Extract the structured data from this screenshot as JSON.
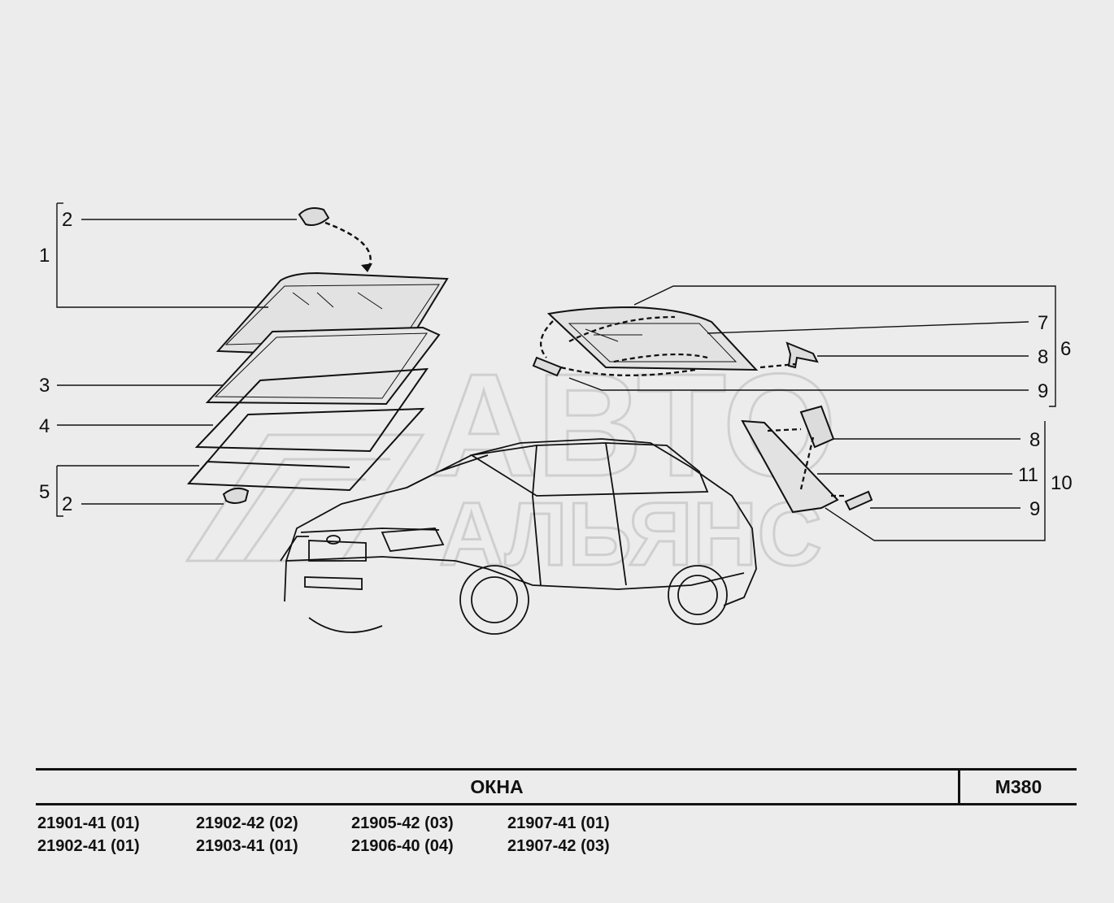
{
  "watermark": {
    "line1": "АВТО",
    "line2": "АЛЬЯНС"
  },
  "callouts": [
    {
      "id": "c1",
      "text": "1"
    },
    {
      "id": "c2a",
      "text": "2"
    },
    {
      "id": "c3",
      "text": "3"
    },
    {
      "id": "c4",
      "text": "4"
    },
    {
      "id": "c5",
      "text": "5"
    },
    {
      "id": "c2b",
      "text": "2"
    },
    {
      "id": "c7",
      "text": "7"
    },
    {
      "id": "c8a",
      "text": "8"
    },
    {
      "id": "c6",
      "text": "6"
    },
    {
      "id": "c9a",
      "text": "9"
    },
    {
      "id": "c8b",
      "text": "8"
    },
    {
      "id": "c11",
      "text": "11"
    },
    {
      "id": "c10",
      "text": "10"
    },
    {
      "id": "c9b",
      "text": "9"
    }
  ],
  "title_block": {
    "title": "ОКНА",
    "code": "М380"
  },
  "models": [
    [
      "21901-41 (01)",
      "21902-41 (01)"
    ],
    [
      "21902-42 (02)",
      "21903-41 (01)"
    ],
    [
      "21905-42 (03)",
      "21906-40 (04)"
    ],
    [
      "21907-41 (01)",
      "21907-42 (03)"
    ]
  ]
}
